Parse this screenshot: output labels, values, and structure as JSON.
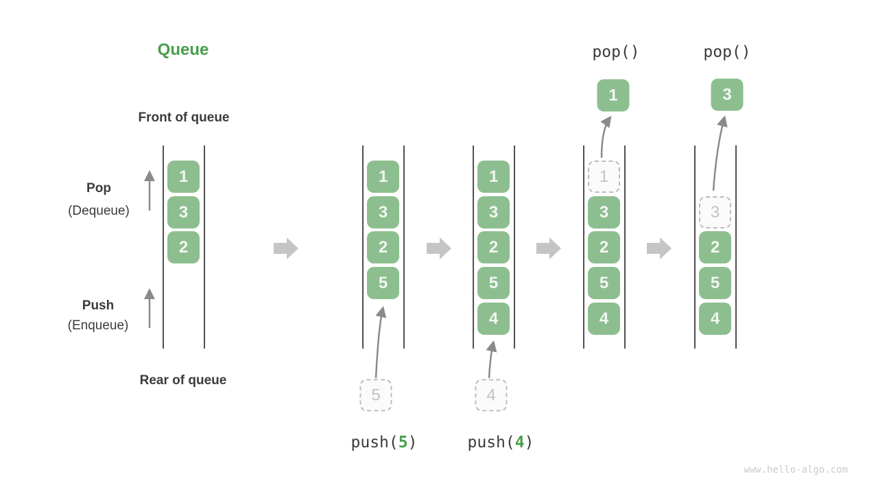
{
  "title": "Queue",
  "watermark": "www.hello-algo.com",
  "side_labels": {
    "front_of_queue": "Front of queue",
    "rear_of_queue": "Rear of queue",
    "pop": "Pop",
    "pop_sub": "(Dequeue)",
    "push": "Push",
    "push_sub": "(Enqueue)"
  },
  "colors": {
    "accent_green": "#479e4b",
    "box_green": "#8dbe8f",
    "box_text": "#f2f7f2",
    "dashed_border": "#bcbcbc",
    "dashed_fill": "#fbfbfb",
    "dashed_text": "#c2c2c2",
    "line": "#4f4f4f",
    "label_text": "#3b3b3b",
    "arrow": "#8a8a8a",
    "block_arrow": "#c5c5c5",
    "watermark": "#cccccc"
  },
  "queue_states": [
    {
      "name": "initial",
      "slots": [
        "1",
        "3",
        "2"
      ]
    },
    {
      "name": "after-push-5",
      "slots": [
        "1",
        "3",
        "2",
        "5"
      ],
      "operation": {
        "type": "push",
        "fn": "push(",
        "arg": "5",
        "close": ")",
        "staged_value": "5"
      }
    },
    {
      "name": "after-push-4",
      "slots": [
        "1",
        "3",
        "2",
        "5",
        "4"
      ],
      "operation": {
        "type": "push",
        "fn": "push(",
        "arg": "4",
        "close": ")",
        "staged_value": "4"
      }
    },
    {
      "name": "pop-front-1",
      "slots": [
        "1",
        "3",
        "2",
        "5",
        "4"
      ],
      "dashed_index": 0,
      "operation": {
        "type": "pop",
        "fn": "pop()",
        "popped_value": "1"
      }
    },
    {
      "name": "pop-front-3",
      "slots": [
        null,
        "3",
        "2",
        "5",
        "4"
      ],
      "dashed_index": 1,
      "operation": {
        "type": "pop",
        "fn": "pop()",
        "popped_value": "3"
      }
    }
  ]
}
